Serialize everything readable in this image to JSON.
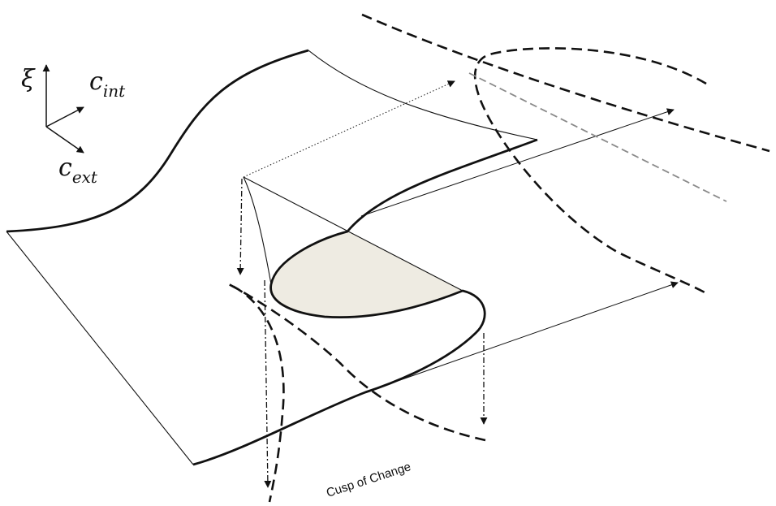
{
  "axes": {
    "vertical_symbol": "ξ",
    "c_int": {
      "base": "c",
      "subscript": "int"
    },
    "c_ext": {
      "base": "c",
      "subscript": "ext"
    }
  },
  "caption": "Cusp of Change",
  "colors": {
    "line": "#111111",
    "fold_fill": "#eeebe2",
    "grey_dashed": "#8a8a8a"
  }
}
